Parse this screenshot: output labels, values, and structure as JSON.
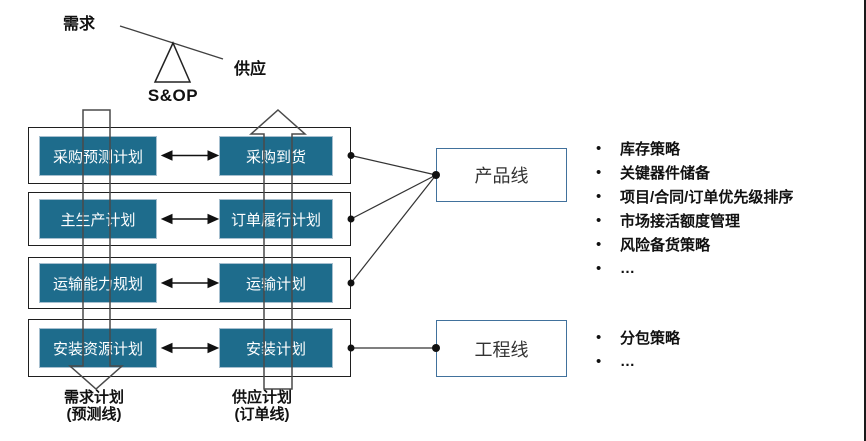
{
  "seesaw": {
    "demand": "需求",
    "supply": "供应",
    "title": "S&OP"
  },
  "planning_rows": [
    {
      "left": "采购预测计划",
      "right": "采购到货"
    },
    {
      "left": "主生产计划",
      "right": "订单履行计划"
    },
    {
      "left": "运输能力规划",
      "right": "运输计划"
    },
    {
      "left": "安装资源计划",
      "right": "安装计划"
    }
  ],
  "flow_labels": {
    "demand_plan": {
      "title": "需求计划",
      "subtitle": "(预测线)"
    },
    "supply_plan": {
      "title": "供应计划",
      "subtitle": "(订单线)"
    }
  },
  "business_lines": [
    {
      "label": "产品线",
      "bullets": [
        "库存策略",
        "关键器件储备",
        "项目/合同/订单优先级排序",
        "市场接活额度管理",
        "风险备货策略",
        "…"
      ]
    },
    {
      "label": "工程线",
      "bullets": [
        "分包策略",
        "…"
      ]
    }
  ],
  "colors": {
    "plan_box_fill": "#1E6C8C",
    "plan_box_text": "#FFFFFF",
    "line_box_border": "#41719C",
    "connector": "#404040"
  }
}
